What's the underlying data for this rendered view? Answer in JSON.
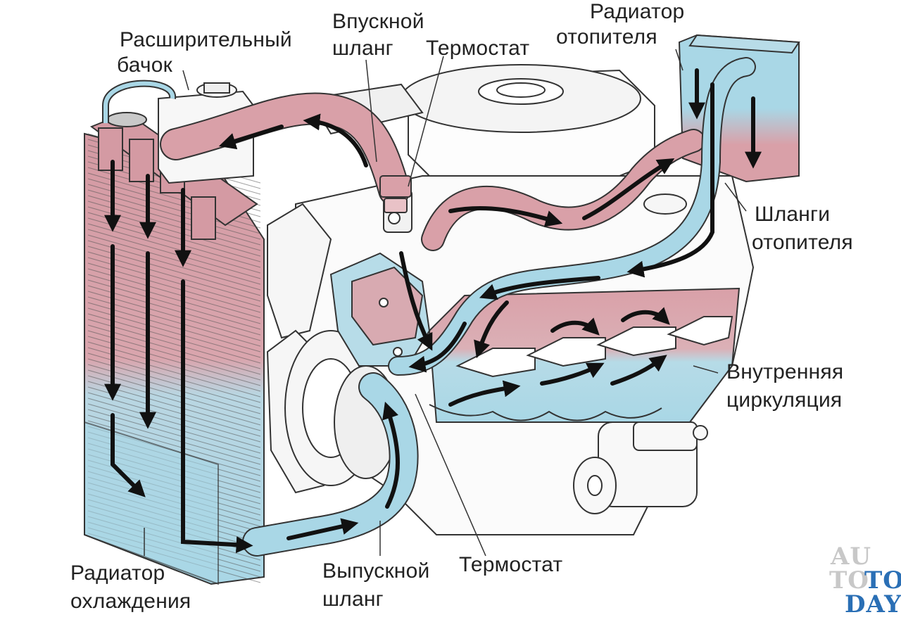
{
  "labels": {
    "expansion_tank": [
      "Расширительный",
      "бачок"
    ],
    "inlet_hose": [
      "Впускной",
      "шланг"
    ],
    "thermostat_top": "Термостат",
    "heater_radiator": [
      "Радиатор",
      "отопителя"
    ],
    "heater_hoses": [
      "Шланги",
      "отопителя"
    ],
    "internal_circulation": [
      "Внутренняя",
      "циркуляция"
    ],
    "cooling_radiator": [
      "Радиатор",
      "охлаждения"
    ],
    "outlet_hose": [
      "Выпускной",
      "шланг"
    ],
    "thermostat_bottom": "Термостат"
  },
  "watermark": {
    "line1": "AU",
    "line2a": "TO",
    "line2b": "TO",
    "line3": "DAY"
  },
  "colors": {
    "hot": "#d9a0a8",
    "cold": "#a9d7e6",
    "outline": "#333333",
    "arrow": "#111111",
    "watermark_light": "#c8c8c8",
    "watermark_blue": "#2a6fb5"
  }
}
